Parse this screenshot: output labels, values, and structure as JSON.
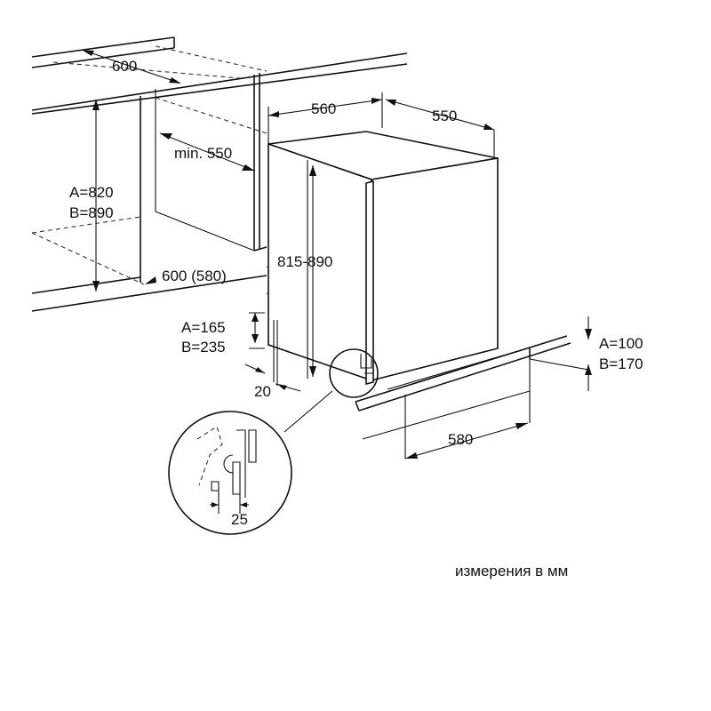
{
  "dimensions": {
    "niche_depth_top": "600",
    "niche_min_depth": "min. 550",
    "niche_height_a": "A=820",
    "niche_height_b": "B=890",
    "niche_depth_bottom": "600 (580)",
    "unit_width": "560",
    "unit_depth": "550",
    "unit_height": "815-890",
    "plinth_height_a": "A=165",
    "plinth_height_b": "B=235",
    "plinth_setback": "20",
    "kick_height_a": "A=100",
    "kick_height_b": "B=170",
    "plinth_length": "580",
    "detail_gap": "25"
  },
  "caption": "измерения в мм",
  "colors": {
    "line": "#111111",
    "background": "#ffffff"
  }
}
